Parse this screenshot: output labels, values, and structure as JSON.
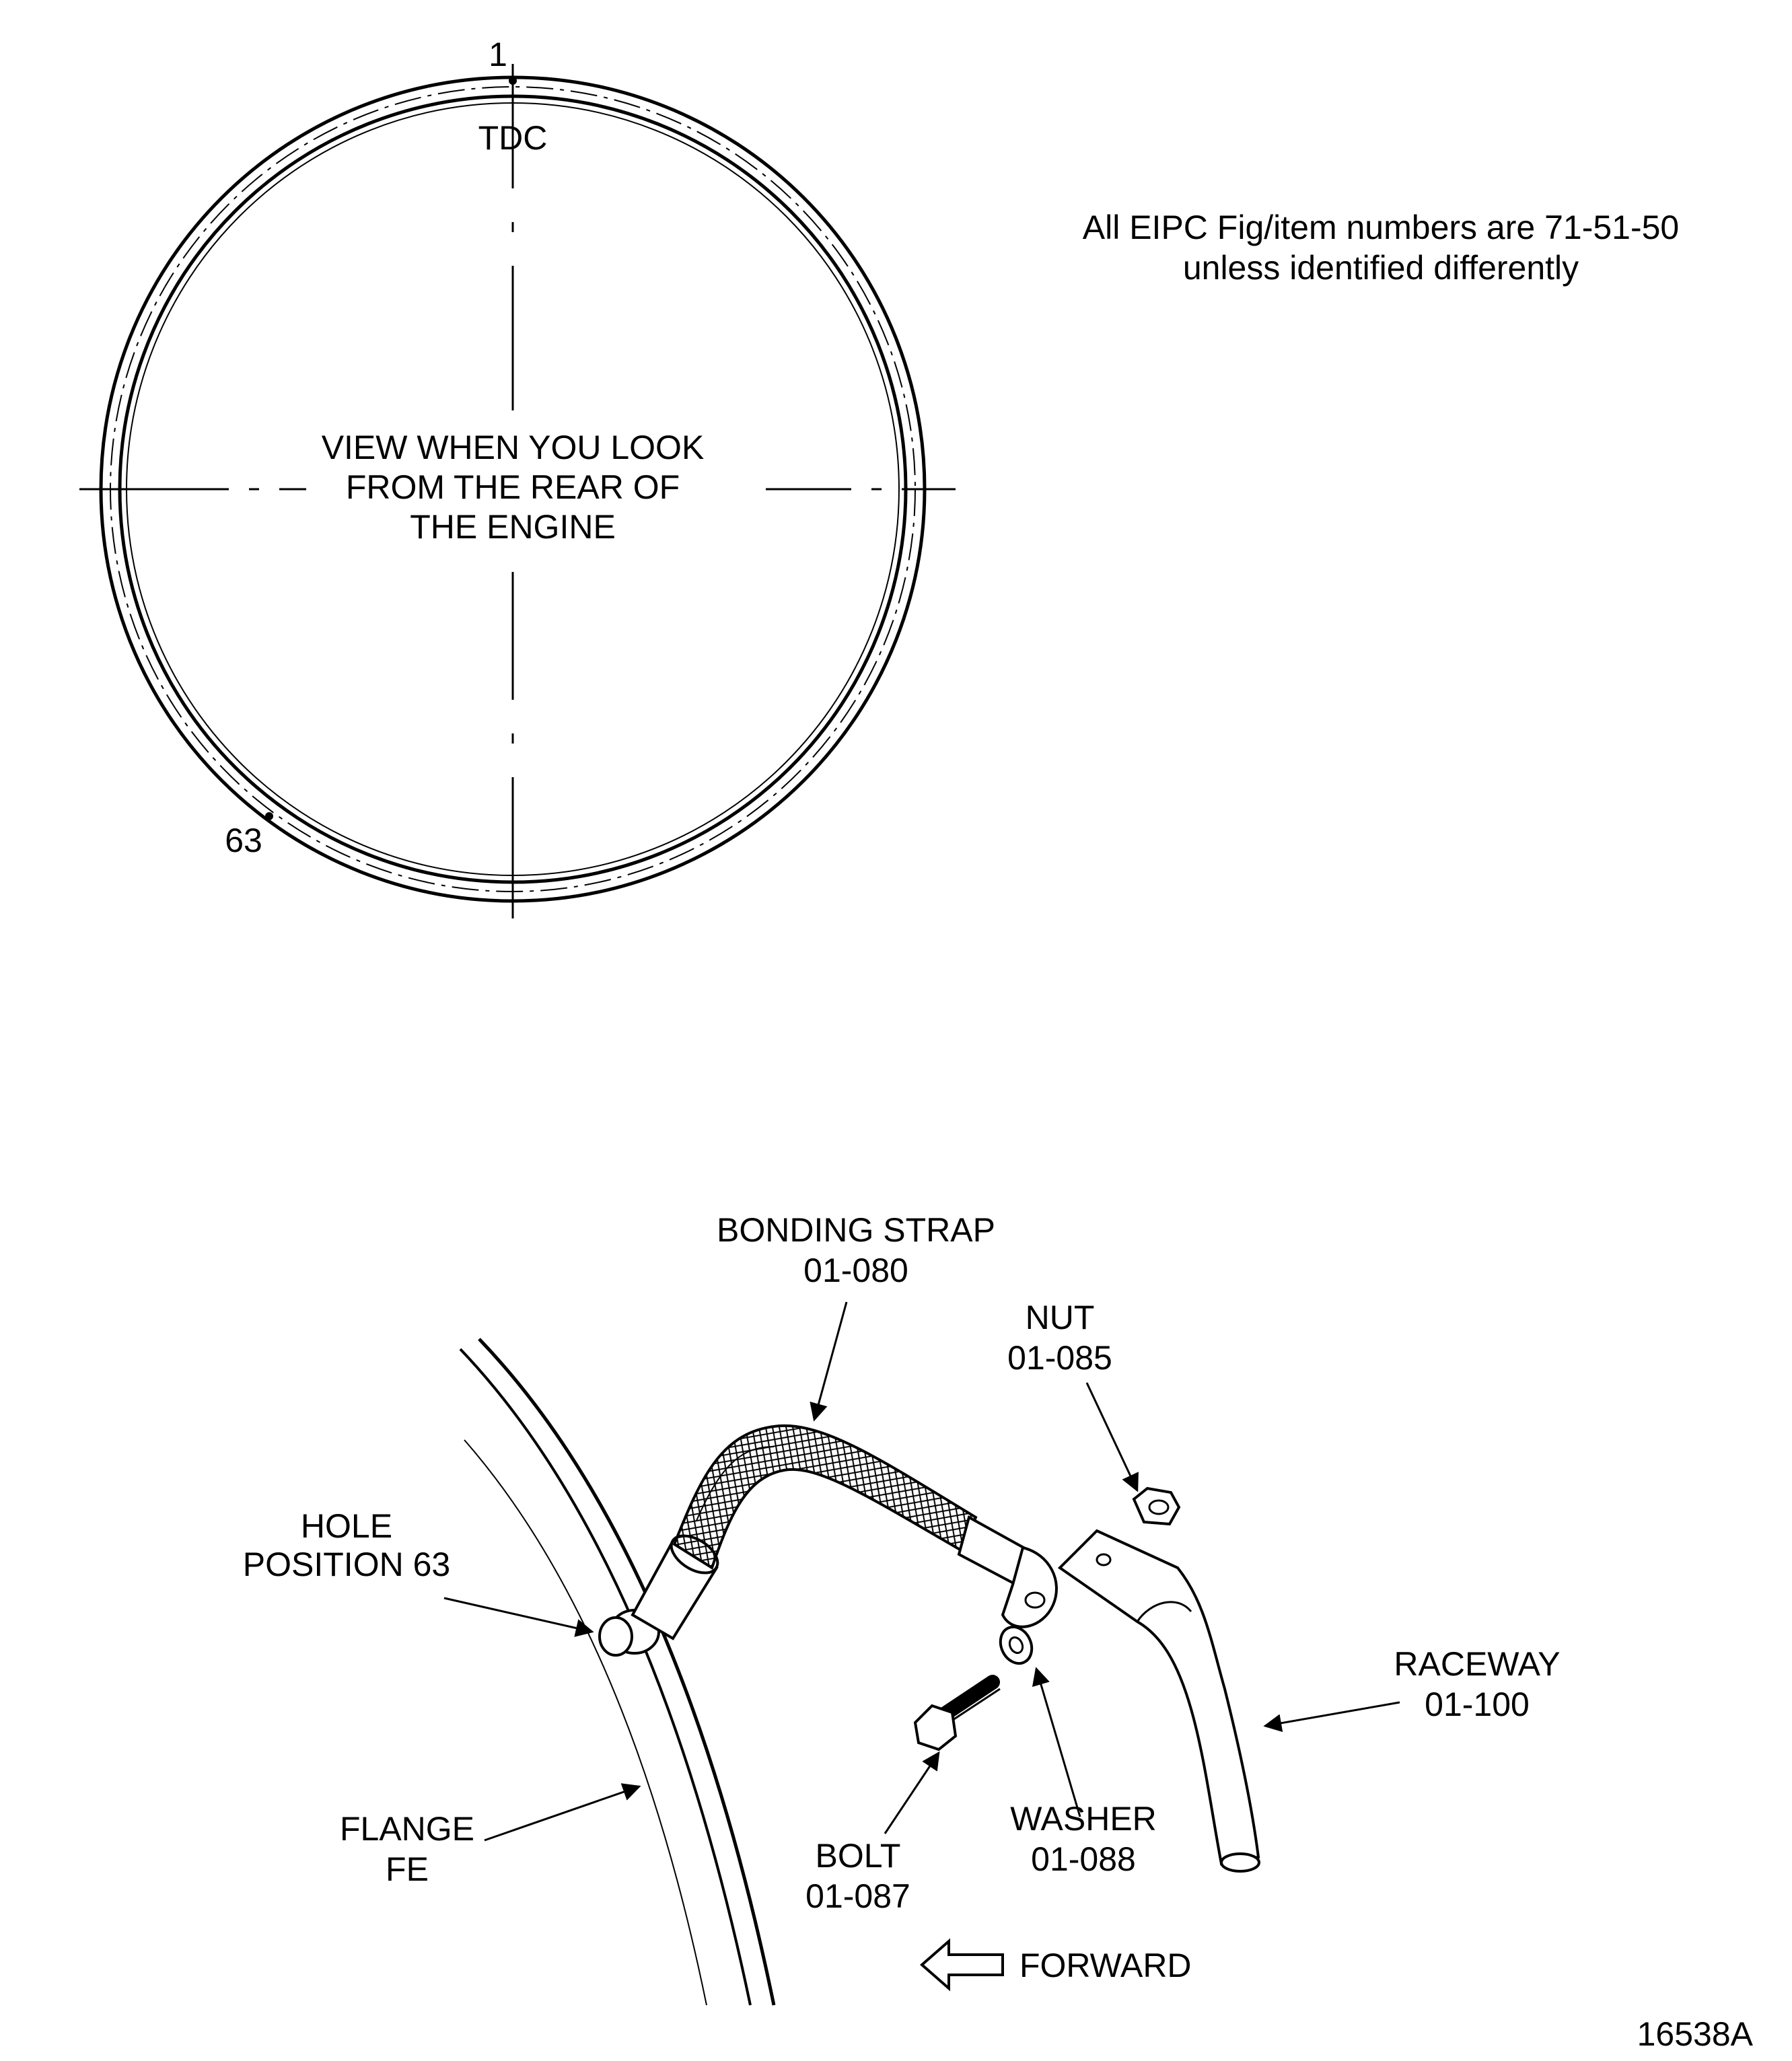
{
  "note": {
    "line1": "All EIPC Fig/item numbers are 71-51-50",
    "line2": "unless identified differently"
  },
  "ring_view": {
    "top_position": "1",
    "tdc": "TDC",
    "view_line1": "VIEW WHEN YOU LOOK",
    "view_line2": "FROM THE REAR OF",
    "view_line3": "THE ENGINE",
    "hole_position": "63"
  },
  "callouts": {
    "bonding_strap": {
      "name": "BONDING STRAP",
      "number": "01-080"
    },
    "nut": {
      "name": "NUT",
      "number": "01-085"
    },
    "hole": {
      "name": "HOLE",
      "number": "POSITION 63"
    },
    "raceway": {
      "name": "RACEWAY",
      "number": "01-100"
    },
    "flange": {
      "name": "FLANGE",
      "number": "FE"
    },
    "bolt": {
      "name": "BOLT",
      "number": "01-087"
    },
    "washer": {
      "name": "WASHER",
      "number": "01-088"
    }
  },
  "forward": "FORWARD",
  "figure_id": "16538A"
}
